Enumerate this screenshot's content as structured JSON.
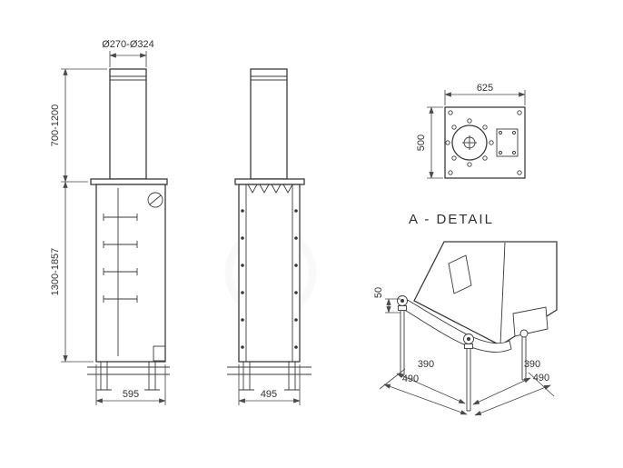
{
  "drawing": {
    "front_view": {
      "dim_diameter": "Ø270-Ø324",
      "dim_height_upper": "700-1200",
      "dim_height_lower": "1300-1857",
      "dim_width": "595"
    },
    "side_view": {
      "dim_width": "495"
    },
    "top_view": {
      "dim_width": "625",
      "dim_depth": "500"
    },
    "detail_view": {
      "title": "A - DETAIL",
      "dim_offset": "50",
      "dim_span_inner_left": "390",
      "dim_span_outer_left": "490",
      "dim_span_inner_right": "390",
      "dim_span_outer_right": "490"
    },
    "colors": {
      "object_line": "#3a3a3a",
      "dimension_line": "#4a4a4a",
      "background": "#ffffff"
    }
  }
}
